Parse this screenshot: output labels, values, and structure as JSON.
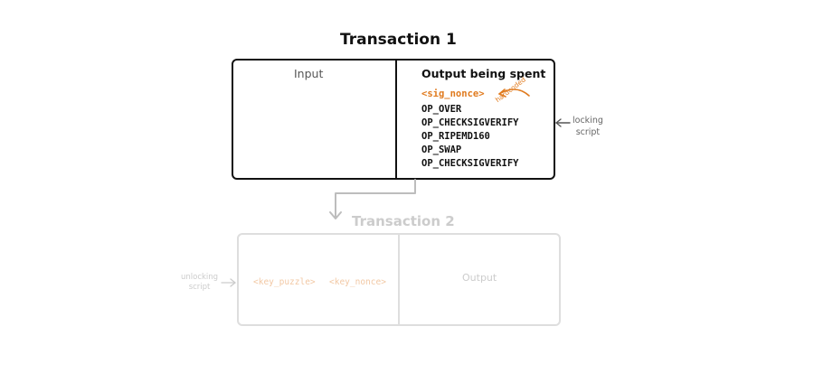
{
  "transaction1": {
    "title": "Transaction 1",
    "input_label": "Input",
    "output_label": "Output being spent",
    "sig_nonce": "<sig_nonce>",
    "hardcoded_note": "hardcoded",
    "ops": [
      "OP_OVER",
      "OP_CHECKSIGVERIFY",
      "OP_RIPEMD160",
      "OP_SWAP",
      "OP_CHECKSIGVERIFY"
    ],
    "locking_label_line1": "locking",
    "locking_label_line2": "script"
  },
  "transaction2": {
    "title": "Transaction 2",
    "key_puzzle": "<key_puzzle>",
    "key_nonce": "<key_nonce>",
    "output_label": "Output",
    "unlocking_label_line1": "unlocking",
    "unlocking_label_line2": "script"
  },
  "colors": {
    "ink": "#111111",
    "accent_orange": "#e07b1f",
    "faded_gray": "#cccccc",
    "faded_orange": "#f2c8a4"
  }
}
